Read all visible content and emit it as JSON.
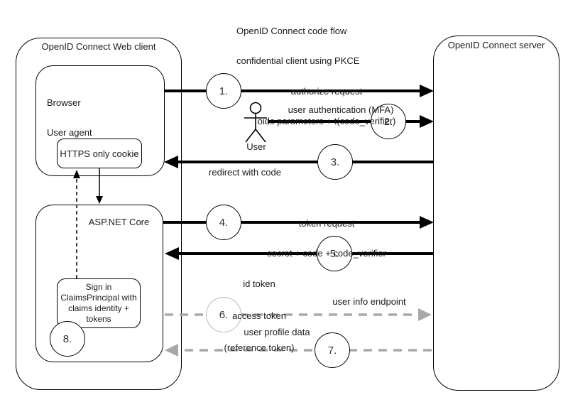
{
  "title": {
    "line1": "OpenID Connect code flow",
    "line2": "confidential client using PKCE"
  },
  "client": {
    "label": "OpenID Connect Web client"
  },
  "browser": {
    "line1": "Browser",
    "line2": "User agent"
  },
  "cookie": {
    "label": "HTTPS only cookie"
  },
  "aspnet": {
    "label": "ASP.NET Core"
  },
  "signin": {
    "line1": "Sign in",
    "line2": "ClaimsPrincipal with",
    "line3": "claims identity +",
    "line4": "tokens"
  },
  "server": {
    "label": "OpenID Connect server"
  },
  "actor": {
    "label": "User"
  },
  "steps": [
    {
      "num": "1.",
      "line1": "authorize request",
      "line2": "oidc parameters + t(code_verifier)"
    },
    {
      "num": "2.",
      "label": "user authentication (MFA)"
    },
    {
      "num": "3.",
      "label": "redirect with code"
    },
    {
      "num": "4.",
      "line1": "token request",
      "line2": "secret + code + code_verifier"
    },
    {
      "num": "5.",
      "line1": "id token",
      "line2": "access token",
      "line3": "(reference token)"
    },
    {
      "num": "6.",
      "label": "user info endpoint"
    },
    {
      "num": "7.",
      "label": "user profile data"
    },
    {
      "num": "8."
    }
  ],
  "colors": {
    "solid_line": "#000000",
    "dashed_line": "#a8a8a8",
    "background": "#ffffff",
    "text": "#1a1a1a"
  }
}
